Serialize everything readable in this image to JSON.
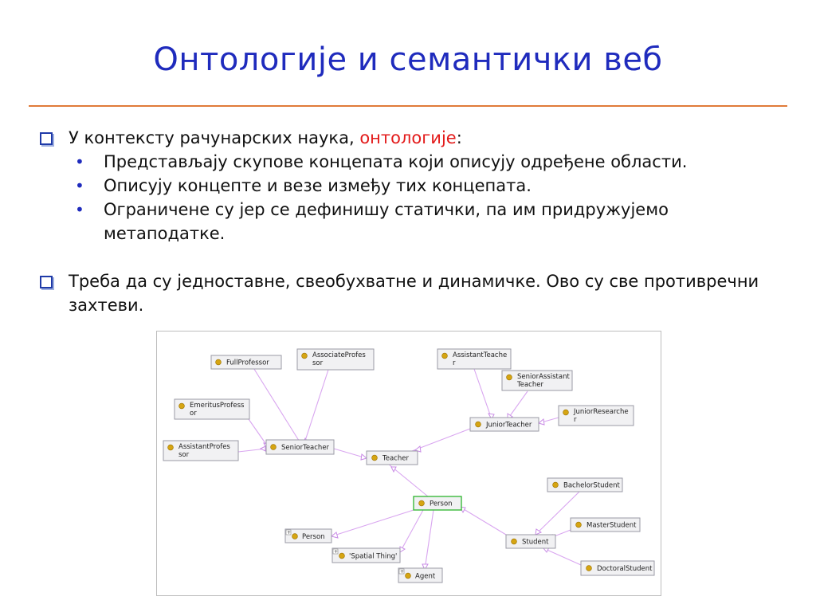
{
  "slide": {
    "title": "Онтологије и семантички веб",
    "bullet1": {
      "lead": "У контексту рачунарских наука, ",
      "highlight": "онтологије",
      "colon": ":",
      "items": [
        "Представљају скупове концепата који описују одређене области.",
        "Описују концепте и везе између тих концепата.",
        "Ограничене су јер се дефинишу статички, па им придружујемо метаподатке."
      ]
    },
    "bullet2": "Треба да су једноставне, свеобухватне и динамичке. Ово су све противречни захтеви.",
    "colors": {
      "title": "#1f2bbd",
      "highlight": "#e31b1b",
      "rule": "#e07b39"
    }
  },
  "diagram": {
    "nodes": {
      "full_professor": [
        "FullProfessor"
      ],
      "associate_professor": [
        "AssociateProfes",
        "sor"
      ],
      "emeritus_professor": [
        "EmeritusProfess",
        "or"
      ],
      "assistant_professor": [
        "AssistantProfes",
        "sor"
      ],
      "senior_teacher": [
        "SeniorTeacher"
      ],
      "teacher": [
        "Teacher"
      ],
      "assistant_teacher": [
        "AssistantTeache",
        "r"
      ],
      "senior_assistant_teacher": [
        "SeniorAssistant",
        "Teacher"
      ],
      "junior_teacher": [
        "JuniorTeacher"
      ],
      "junior_researcher": [
        "JuniorResearche",
        "r"
      ],
      "person_main": [
        "Person"
      ],
      "person_ext": [
        "Person"
      ],
      "spatial_thing": [
        "'Spatial Thing'"
      ],
      "agent": [
        "Agent"
      ],
      "student": [
        "Student"
      ],
      "bachelor_student": [
        "BachelorStudent"
      ],
      "master_student": [
        "MasterStudent"
      ],
      "doctoral_student": [
        "DoctoralStudent"
      ]
    },
    "expand_marker": "+"
  }
}
